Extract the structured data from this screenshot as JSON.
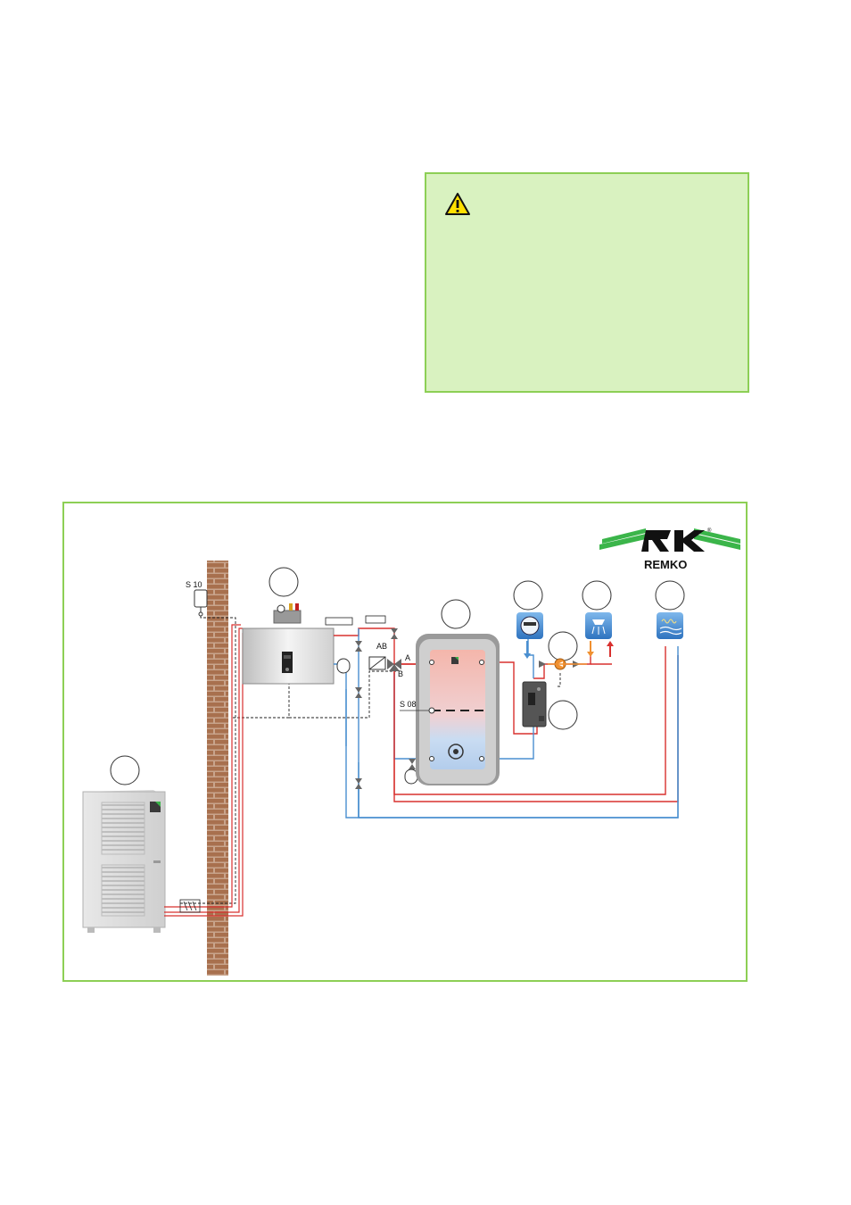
{
  "labels": {
    "s10": "S 10",
    "s08": "S 08",
    "ab": "AB",
    "a": "A",
    "b": "B"
  },
  "logo": {
    "text": "REMKO",
    "registered": "®"
  },
  "colors": {
    "panel_bg": "#d9f2c0",
    "panel_border": "#8dcf55",
    "brick": "#b07a5a",
    "pipe_hot": "#d8302e",
    "pipe_cold": "#4a8fd0",
    "tank_hot": "#f2b8b0",
    "tank_cold": "#bcd6f0",
    "brand_green": "#3bb54a"
  },
  "icons": [
    "warning-icon",
    "temperature-sensor-icon",
    "brick-wall-icon",
    "outdoor-unit-icon",
    "indoor-unit-icon",
    "storage-tank-icon",
    "water-meter-icon",
    "shower-icon",
    "underfloor-heating-icon",
    "pump-icon",
    "valve-icon",
    "expansion-vessel-icon"
  ]
}
